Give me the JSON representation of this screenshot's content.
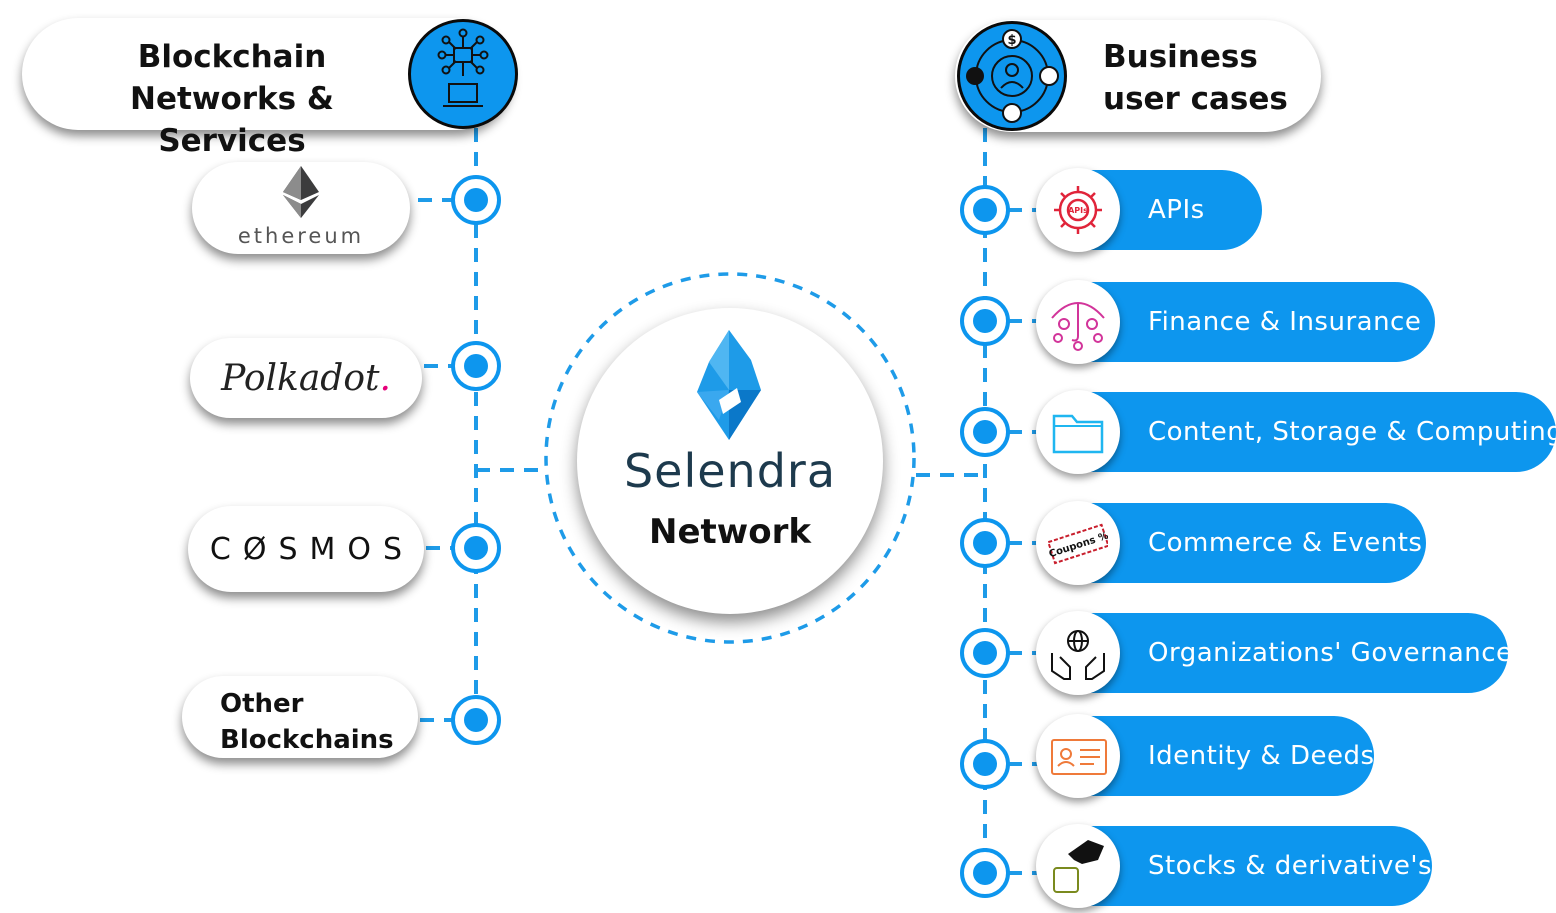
{
  "blockchain_header": {
    "line1": "Blockchain",
    "line2": "Networks & Services"
  },
  "business_header": {
    "line1": "Business",
    "line2": "user cases"
  },
  "chains": {
    "ethereum": "ethereum",
    "polkadot": "Polkadot",
    "polkadot_dot": ".",
    "cosmos": "CØSMOS",
    "other_line1": "Other",
    "other_line2": "Blockchains"
  },
  "center": {
    "name": "Selendra",
    "sub": "Network"
  },
  "use_cases": [
    {
      "label": "APIs",
      "icon": "api-gear-icon"
    },
    {
      "label": "Finance & Insurance",
      "icon": "umbrella-coins-icon"
    },
    {
      "label": "Content, Storage & Computing",
      "icon": "folder-icon"
    },
    {
      "label": "Commerce & Events",
      "icon": "coupon-icon"
    },
    {
      "label": "Organizations' Governance",
      "icon": "hands-globe-icon"
    },
    {
      "label": "Identity & Deeds",
      "icon": "id-card-icon"
    },
    {
      "label": "Stocks & derivative's",
      "icon": "hand-box-icon"
    }
  ],
  "icon_labels": {
    "apis": "APIs",
    "coupons": "Coupons %"
  },
  "colors": {
    "accent": "#0d96ee",
    "line": "#1e9be8",
    "text": "#111111",
    "selendra_text": "#1d3a4d",
    "polkadot_pink": "#e6007a"
  }
}
